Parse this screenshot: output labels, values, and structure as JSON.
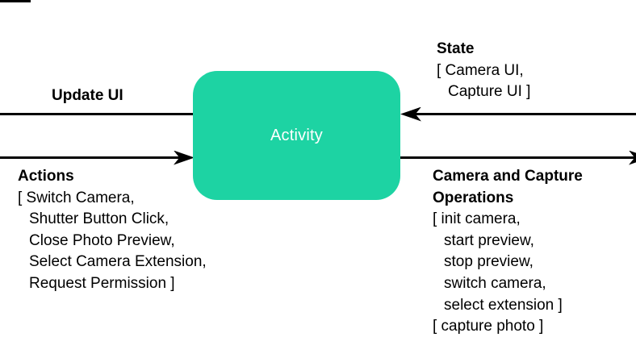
{
  "node": {
    "label": "Activity"
  },
  "edges": {
    "update_ui": {
      "title": "Update UI"
    },
    "actions": {
      "title": "Actions",
      "items": [
        "[ Switch Camera,",
        "Shutter Button Click,",
        "Close Photo Preview,",
        "Select Camera Extension,",
        "Request Permission ]"
      ]
    },
    "state": {
      "title": "State",
      "items": [
        "[ Camera UI,",
        "Capture UI ]"
      ]
    },
    "camera_ops": {
      "title_lines": [
        "Camera and Capture",
        "Operations"
      ],
      "items": [
        "[ init camera,",
        "start preview,",
        "stop preview,",
        "switch camera,",
        "select extension ]"
      ],
      "items_secondary": [
        "[ capture photo ]"
      ]
    }
  },
  "colors": {
    "node_fill": "#1dd3a3",
    "node_text": "#ffffff",
    "line": "#000000"
  }
}
